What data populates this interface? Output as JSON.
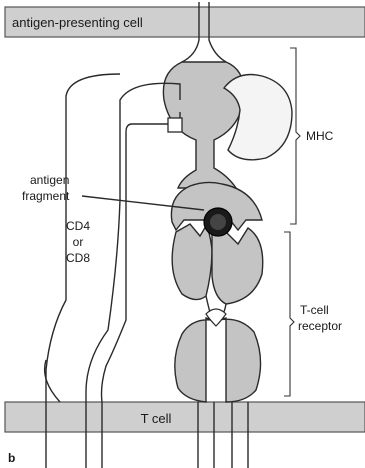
{
  "labels": {
    "apc": "antigen-presenting cell",
    "mhc": "MHC",
    "antigen_line1": "antigen",
    "antigen_line2": "fragment",
    "cd_line1": "CD4",
    "cd_line2": "or",
    "cd_line3": "CD8",
    "tcr_line1": "T-cell",
    "tcr_line2": "receptor",
    "tcell": "T cell",
    "panel": "b"
  }
}
